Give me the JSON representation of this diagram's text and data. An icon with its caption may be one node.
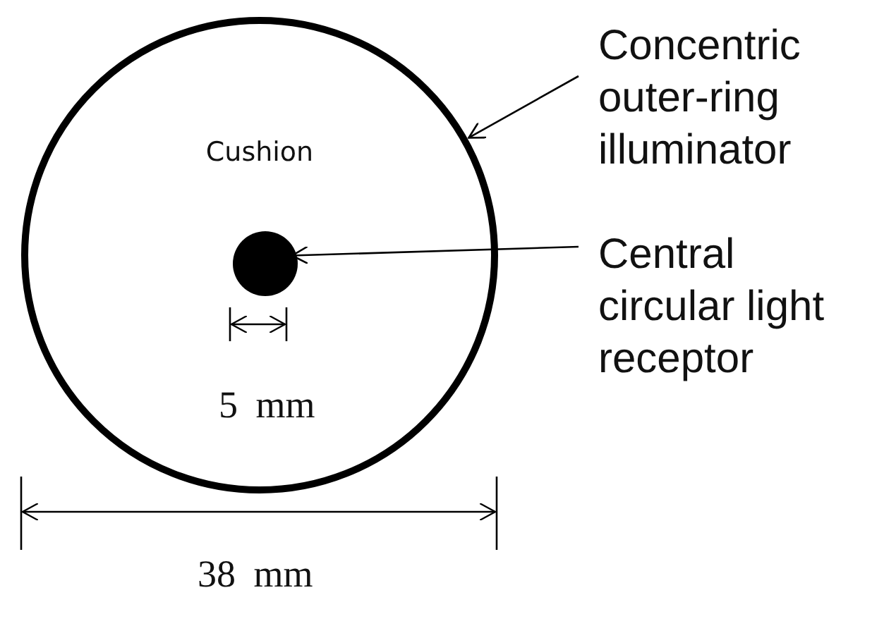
{
  "diagram": {
    "nodes": [
      {
        "text": [
          "Cushion"
        ]
      },
      {
        "text": [],
        "shape": "circle",
        "in": 0
      },
      {
        "text": [
          "Concentric outer-ring illuminator"
        ]
      },
      {
        "text": [
          "Central circular light receptor"
        ]
      }
    ],
    "edges": [
      {
        "from": 2,
        "to": 0,
        "arrow": "to"
      },
      {
        "from": 3,
        "to": 1,
        "arrow": "to"
      }
    ],
    "labels": [
      "5 mm",
      "38 mm"
    ]
  }
}
